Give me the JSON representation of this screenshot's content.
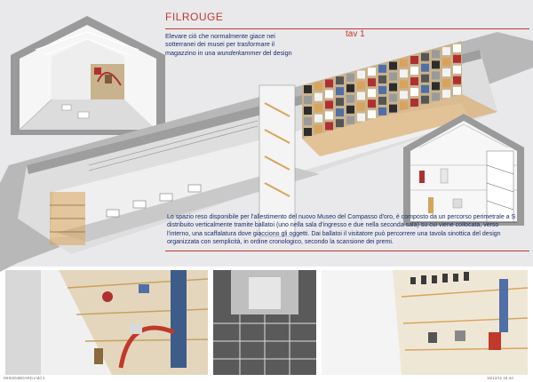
{
  "board": {
    "title": "FILROUGE",
    "tav": "tav 1",
    "intro_lead": "Elevare ciò che normalmente giace nei sotterranei dei musei per trasformare il magazzino in una ",
    "intro_emph": "wunderkammer",
    "intro_tail": " del design",
    "description": "Lo spazio reso disponibile per l'allestimento del nuovo Museo del Compasso d'oro, è composto da un percorso perimetrale a S distribuito verticalmente tramite ballatoi (uno nella sala d'ingresso e due nella seconda sala) su cui viene collocata, verso l'interno, una scaffalatura dove giacciono gli oggetti. Dai ballatoi il visitatore può percorrere una tavola sinottica del design organizzata con semplicità, in ordine cronologico, secondo la scansione dei premi.",
    "footer_left": "MH0204BOARD.indd 1",
    "footer_right": "16/12/11 18:44"
  },
  "colors": {
    "accent": "#c0392b",
    "text": "#1a2c6b",
    "background": "#e9e9ec",
    "shelf": "#d9a35b"
  }
}
